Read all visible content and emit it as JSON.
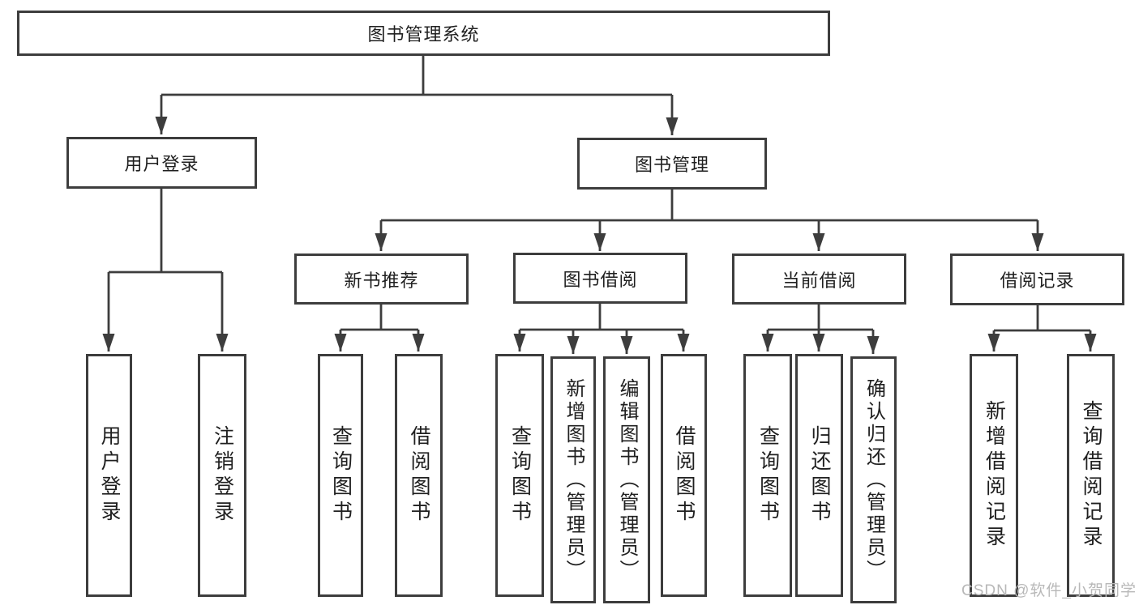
{
  "diagram": {
    "root": {
      "label": "图书管理系统"
    },
    "branches": [
      {
        "label": "用户登录"
      },
      {
        "label": "图书管理"
      }
    ],
    "modules": [
      {
        "label": "新书推荐"
      },
      {
        "label": "图书借阅"
      },
      {
        "label": "当前借阅"
      },
      {
        "label": "借阅记录"
      }
    ],
    "leaves": [
      {
        "label": "用户登录"
      },
      {
        "label": "注销登录"
      },
      {
        "label": "查询图书"
      },
      {
        "label": "借阅图书"
      },
      {
        "label": "查询图书"
      },
      {
        "label": "新增图书（管理员）"
      },
      {
        "label": "编辑图书（管理员）"
      },
      {
        "label": "借阅图书"
      },
      {
        "label": "查询图书"
      },
      {
        "label": "归还图书"
      },
      {
        "label": "确认归还（管理员）"
      },
      {
        "label": "新增借阅记录"
      },
      {
        "label": "查询借阅记录"
      }
    ],
    "watermark": "CSDN @软件_小贺同学",
    "colors": {
      "line": "#3d3d3d",
      "text": "#1f1f1f",
      "watermark": "#b8b8b8",
      "background": "#ffffff"
    }
  }
}
